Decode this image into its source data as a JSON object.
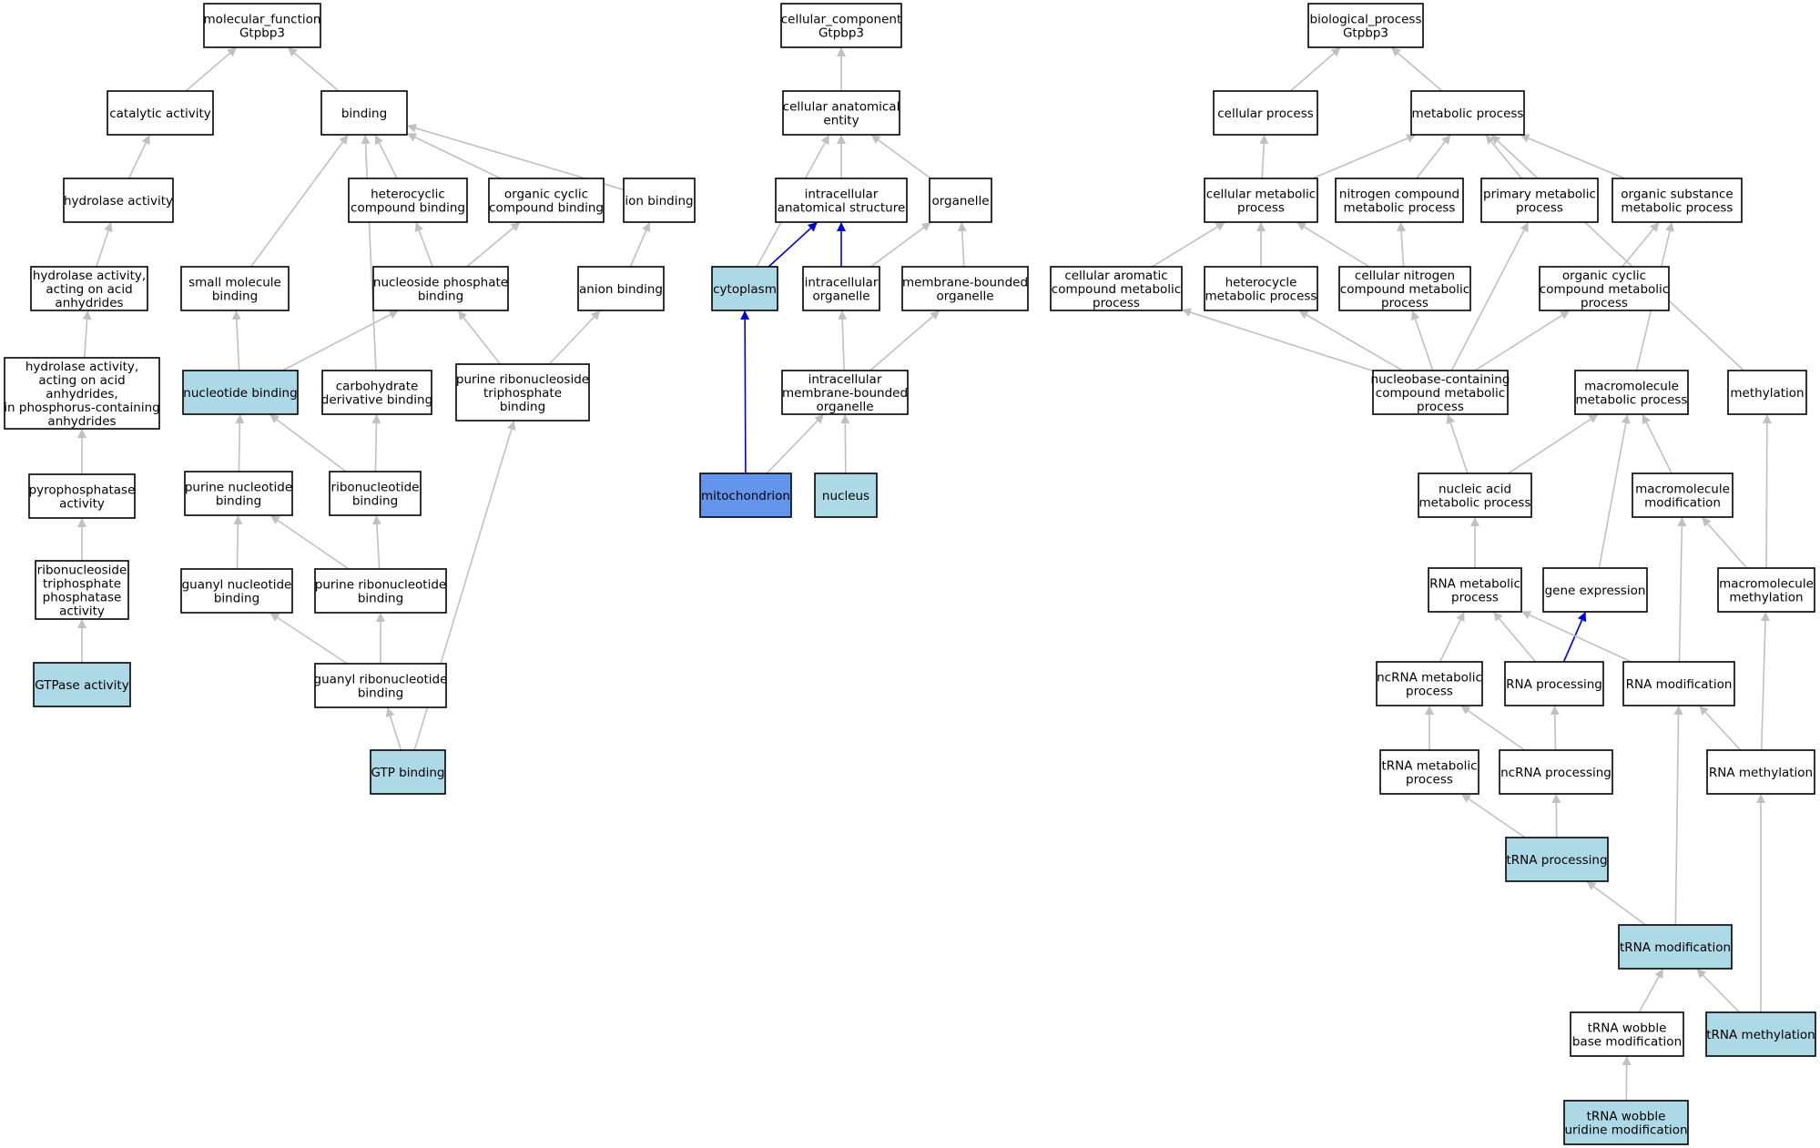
{
  "colors": {
    "edge_default": "#c0c0c0",
    "edge_highlight": "#0000dd",
    "node_default": "#ffffff",
    "node_annotated": "#add8e6",
    "node_selected": "#6495ed"
  },
  "nodes": [
    {
      "id": "mf",
      "lines": [
        "molecular_function",
        "Gtpbp3"
      ],
      "fill": "default"
    },
    {
      "id": "catalytic",
      "lines": [
        "catalytic activity"
      ],
      "fill": "default"
    },
    {
      "id": "binding",
      "lines": [
        "binding"
      ],
      "fill": "default"
    },
    {
      "id": "hydrolase",
      "lines": [
        "hydrolase activity"
      ],
      "fill": "default"
    },
    {
      "id": "hydro_anh",
      "lines": [
        "hydrolase activity,",
        "acting on acid",
        "anhydrides"
      ],
      "fill": "default"
    },
    {
      "id": "hydro_phos",
      "lines": [
        "hydrolase activity,",
        "acting on acid",
        "anhydrides,",
        "in phosphorus-containing",
        "anhydrides"
      ],
      "fill": "default"
    },
    {
      "id": "pyrophos",
      "lines": [
        "pyrophosphatase",
        "activity"
      ],
      "fill": "default"
    },
    {
      "id": "ntpase",
      "lines": [
        "ribonucleoside",
        "triphosphate",
        "phosphatase",
        "activity"
      ],
      "fill": "default"
    },
    {
      "id": "gtpase",
      "lines": [
        "GTPase activity"
      ],
      "fill": "annotated"
    },
    {
      "id": "hetero_bind",
      "lines": [
        "heterocyclic",
        "compound binding"
      ],
      "fill": "default"
    },
    {
      "id": "orgcyc_bind",
      "lines": [
        "organic cyclic",
        "compound binding"
      ],
      "fill": "default"
    },
    {
      "id": "ion_bind",
      "lines": [
        "ion binding"
      ],
      "fill": "default"
    },
    {
      "id": "small_mol",
      "lines": [
        "small molecule",
        "binding"
      ],
      "fill": "default"
    },
    {
      "id": "nsp_bind",
      "lines": [
        "nucleoside phosphate",
        "binding"
      ],
      "fill": "default"
    },
    {
      "id": "anion_bind",
      "lines": [
        "anion binding"
      ],
      "fill": "default"
    },
    {
      "id": "nt_bind",
      "lines": [
        "nucleotide binding"
      ],
      "fill": "annotated"
    },
    {
      "id": "carb_bind",
      "lines": [
        "carbohydrate",
        "derivative binding"
      ],
      "fill": "default"
    },
    {
      "id": "prnstp_bind",
      "lines": [
        "purine ribonucleoside",
        "triphosphate",
        "binding"
      ],
      "fill": "default"
    },
    {
      "id": "pnt_bind",
      "lines": [
        "purine nucleotide",
        "binding"
      ],
      "fill": "default"
    },
    {
      "id": "rnt_bind",
      "lines": [
        "ribonucleotide",
        "binding"
      ],
      "fill": "default"
    },
    {
      "id": "gnt_bind",
      "lines": [
        "guanyl nucleotide",
        "binding"
      ],
      "fill": "default"
    },
    {
      "id": "prnt_bind",
      "lines": [
        "purine ribonucleotide",
        "binding"
      ],
      "fill": "default"
    },
    {
      "id": "grnt_bind",
      "lines": [
        "guanyl ribonucleotide",
        "binding"
      ],
      "fill": "default"
    },
    {
      "id": "gtp_bind",
      "lines": [
        "GTP binding"
      ],
      "fill": "annotated"
    },
    {
      "id": "cc",
      "lines": [
        "cellular_component",
        "Gtpbp3"
      ],
      "fill": "default"
    },
    {
      "id": "cae",
      "lines": [
        "cellular anatomical",
        "entity"
      ],
      "fill": "default"
    },
    {
      "id": "ias",
      "lines": [
        "intracellular",
        "anatomical structure"
      ],
      "fill": "default"
    },
    {
      "id": "organelle",
      "lines": [
        "organelle"
      ],
      "fill": "default"
    },
    {
      "id": "cytoplasm",
      "lines": [
        "cytoplasm"
      ],
      "fill": "annotated"
    },
    {
      "id": "io",
      "lines": [
        "intracellular",
        "organelle"
      ],
      "fill": "default"
    },
    {
      "id": "mbo",
      "lines": [
        "membrane-bounded",
        "organelle"
      ],
      "fill": "default"
    },
    {
      "id": "imbo",
      "lines": [
        "intracellular",
        "membrane-bounded",
        "organelle"
      ],
      "fill": "default"
    },
    {
      "id": "mito",
      "lines": [
        "mitochondrion"
      ],
      "fill": "selected"
    },
    {
      "id": "nucleus",
      "lines": [
        "nucleus"
      ],
      "fill": "annotated"
    },
    {
      "id": "bp",
      "lines": [
        "biological_process",
        "Gtpbp3"
      ],
      "fill": "default"
    },
    {
      "id": "cellproc",
      "lines": [
        "cellular process"
      ],
      "fill": "default"
    },
    {
      "id": "metproc",
      "lines": [
        "metabolic process"
      ],
      "fill": "default"
    },
    {
      "id": "cmp",
      "lines": [
        "cellular metabolic",
        "process"
      ],
      "fill": "default"
    },
    {
      "id": "ncmp",
      "lines": [
        "nitrogen compound",
        "metabolic process"
      ],
      "fill": "default"
    },
    {
      "id": "pmp",
      "lines": [
        "primary metabolic",
        "process"
      ],
      "fill": "default"
    },
    {
      "id": "osmp",
      "lines": [
        "organic substance",
        "metabolic process"
      ],
      "fill": "default"
    },
    {
      "id": "cacmp",
      "lines": [
        "cellular aromatic",
        "compound metabolic",
        "process"
      ],
      "fill": "default"
    },
    {
      "id": "hetmp",
      "lines": [
        "heterocycle",
        "metabolic process"
      ],
      "fill": "default"
    },
    {
      "id": "cncmp",
      "lines": [
        "cellular nitrogen",
        "compound metabolic",
        "process"
      ],
      "fill": "default"
    },
    {
      "id": "occmp",
      "lines": [
        "organic cyclic",
        "compound metabolic",
        "process"
      ],
      "fill": "default"
    },
    {
      "id": "nbccmp",
      "lines": [
        "nucleobase-containing",
        "compound metabolic",
        "process"
      ],
      "fill": "default"
    },
    {
      "id": "macromp",
      "lines": [
        "macromolecule",
        "metabolic process"
      ],
      "fill": "default"
    },
    {
      "id": "methyl",
      "lines": [
        "methylation"
      ],
      "fill": "default"
    },
    {
      "id": "namp",
      "lines": [
        "nucleic acid",
        "metabolic process"
      ],
      "fill": "default"
    },
    {
      "id": "macromod",
      "lines": [
        "macromolecule",
        "modification"
      ],
      "fill": "default"
    },
    {
      "id": "rnamp",
      "lines": [
        "RNA metabolic",
        "process"
      ],
      "fill": "default"
    },
    {
      "id": "geneexp",
      "lines": [
        "gene expression"
      ],
      "fill": "default"
    },
    {
      "id": "macromethyl",
      "lines": [
        "macromolecule",
        "methylation"
      ],
      "fill": "default"
    },
    {
      "id": "ncrnamp",
      "lines": [
        "ncRNA metabolic",
        "process"
      ],
      "fill": "default"
    },
    {
      "id": "rnaproc",
      "lines": [
        "RNA processing"
      ],
      "fill": "default"
    },
    {
      "id": "rnamod",
      "lines": [
        "RNA modification"
      ],
      "fill": "default"
    },
    {
      "id": "trnamp",
      "lines": [
        "tRNA metabolic",
        "process"
      ],
      "fill": "default"
    },
    {
      "id": "ncrnaproc",
      "lines": [
        "ncRNA processing"
      ],
      "fill": "default"
    },
    {
      "id": "rnamethyl",
      "lines": [
        "RNA methylation"
      ],
      "fill": "default"
    },
    {
      "id": "trnaproc",
      "lines": [
        "tRNA processing"
      ],
      "fill": "annotated"
    },
    {
      "id": "trnamod",
      "lines": [
        "tRNA modification"
      ],
      "fill": "annotated"
    },
    {
      "id": "trnawbm",
      "lines": [
        "tRNA wobble",
        "base modification"
      ],
      "fill": "default"
    },
    {
      "id": "trnamethyl",
      "lines": [
        "tRNA methylation"
      ],
      "fill": "annotated"
    },
    {
      "id": "trnawum",
      "lines": [
        "tRNA wobble",
        "uridine modification"
      ],
      "fill": "annotated"
    }
  ],
  "edges": [
    {
      "from": "catalytic",
      "to": "mf"
    },
    {
      "from": "binding",
      "to": "mf"
    },
    {
      "from": "hydrolase",
      "to": "catalytic"
    },
    {
      "from": "hydro_anh",
      "to": "hydrolase"
    },
    {
      "from": "hydro_phos",
      "to": "hydro_anh"
    },
    {
      "from": "pyrophos",
      "to": "hydro_phos"
    },
    {
      "from": "ntpase",
      "to": "pyrophos"
    },
    {
      "from": "gtpase",
      "to": "ntpase"
    },
    {
      "from": "hetero_bind",
      "to": "binding"
    },
    {
      "from": "orgcyc_bind",
      "to": "binding"
    },
    {
      "from": "ion_bind",
      "to": "binding"
    },
    {
      "from": "small_mol",
      "to": "binding"
    },
    {
      "from": "carb_bind",
      "to": "binding"
    },
    {
      "from": "nsp_bind",
      "to": "hetero_bind"
    },
    {
      "from": "nsp_bind",
      "to": "orgcyc_bind"
    },
    {
      "from": "anion_bind",
      "to": "ion_bind"
    },
    {
      "from": "nt_bind",
      "to": "small_mol"
    },
    {
      "from": "nt_bind",
      "to": "nsp_bind"
    },
    {
      "from": "prnstp_bind",
      "to": "nsp_bind"
    },
    {
      "from": "prnstp_bind",
      "to": "anion_bind"
    },
    {
      "from": "pnt_bind",
      "to": "nt_bind"
    },
    {
      "from": "rnt_bind",
      "to": "nt_bind"
    },
    {
      "from": "rnt_bind",
      "to": "carb_bind"
    },
    {
      "from": "gnt_bind",
      "to": "pnt_bind"
    },
    {
      "from": "prnt_bind",
      "to": "pnt_bind"
    },
    {
      "from": "prnt_bind",
      "to": "rnt_bind"
    },
    {
      "from": "grnt_bind",
      "to": "gnt_bind"
    },
    {
      "from": "grnt_bind",
      "to": "prnt_bind"
    },
    {
      "from": "gtp_bind",
      "to": "grnt_bind"
    },
    {
      "from": "gtp_bind",
      "to": "prnstp_bind"
    },
    {
      "from": "cae",
      "to": "cc"
    },
    {
      "from": "ias",
      "to": "cae"
    },
    {
      "from": "organelle",
      "to": "cae"
    },
    {
      "from": "cytoplasm",
      "to": "cae"
    },
    {
      "from": "cytoplasm",
      "to": "ias",
      "highlight": true
    },
    {
      "from": "io",
      "to": "ias",
      "highlight": true
    },
    {
      "from": "io",
      "to": "organelle"
    },
    {
      "from": "mbo",
      "to": "organelle"
    },
    {
      "from": "imbo",
      "to": "io"
    },
    {
      "from": "imbo",
      "to": "mbo"
    },
    {
      "from": "mito",
      "to": "cytoplasm",
      "highlight": true
    },
    {
      "from": "mito",
      "to": "imbo"
    },
    {
      "from": "nucleus",
      "to": "imbo"
    },
    {
      "from": "cellproc",
      "to": "bp"
    },
    {
      "from": "metproc",
      "to": "bp"
    },
    {
      "from": "cmp",
      "to": "cellproc"
    },
    {
      "from": "cmp",
      "to": "metproc"
    },
    {
      "from": "ncmp",
      "to": "metproc"
    },
    {
      "from": "pmp",
      "to": "metproc"
    },
    {
      "from": "osmp",
      "to": "metproc"
    },
    {
      "from": "methyl",
      "to": "metproc"
    },
    {
      "from": "cacmp",
      "to": "cmp"
    },
    {
      "from": "hetmp",
      "to": "cmp"
    },
    {
      "from": "cncmp",
      "to": "cmp"
    },
    {
      "from": "cncmp",
      "to": "ncmp"
    },
    {
      "from": "occmp",
      "to": "osmp"
    },
    {
      "from": "macromp",
      "to": "osmp"
    },
    {
      "from": "nbccmp",
      "to": "cacmp"
    },
    {
      "from": "nbccmp",
      "to": "hetmp"
    },
    {
      "from": "nbccmp",
      "to": "cncmp"
    },
    {
      "from": "nbccmp",
      "to": "pmp"
    },
    {
      "from": "nbccmp",
      "to": "occmp"
    },
    {
      "from": "namp",
      "to": "nbccmp"
    },
    {
      "from": "namp",
      "to": "macromp"
    },
    {
      "from": "macromod",
      "to": "macromp"
    },
    {
      "from": "geneexp",
      "to": "macromp"
    },
    {
      "from": "rnamp",
      "to": "namp"
    },
    {
      "from": "macromethyl",
      "to": "macromod"
    },
    {
      "from": "macromethyl",
      "to": "methyl"
    },
    {
      "from": "ncrnamp",
      "to": "rnamp"
    },
    {
      "from": "rnaproc",
      "to": "rnamp"
    },
    {
      "from": "rnaproc",
      "to": "geneexp",
      "highlight": true
    },
    {
      "from": "rnamod",
      "to": "rnamp"
    },
    {
      "from": "rnamod",
      "to": "macromod"
    },
    {
      "from": "trnamp",
      "to": "ncrnamp"
    },
    {
      "from": "ncrnaproc",
      "to": "ncrnamp"
    },
    {
      "from": "ncrnaproc",
      "to": "rnaproc"
    },
    {
      "from": "rnamethyl",
      "to": "rnamod"
    },
    {
      "from": "rnamethyl",
      "to": "macromethyl"
    },
    {
      "from": "trnaproc",
      "to": "trnamp"
    },
    {
      "from": "trnaproc",
      "to": "ncrnaproc"
    },
    {
      "from": "trnamod",
      "to": "trnaproc"
    },
    {
      "from": "trnamod",
      "to": "rnamod"
    },
    {
      "from": "trnawbm",
      "to": "trnamod"
    },
    {
      "from": "trnamethyl",
      "to": "trnamod"
    },
    {
      "from": "trnamethyl",
      "to": "rnamethyl"
    },
    {
      "from": "trnawum",
      "to": "trnawbm"
    }
  ]
}
